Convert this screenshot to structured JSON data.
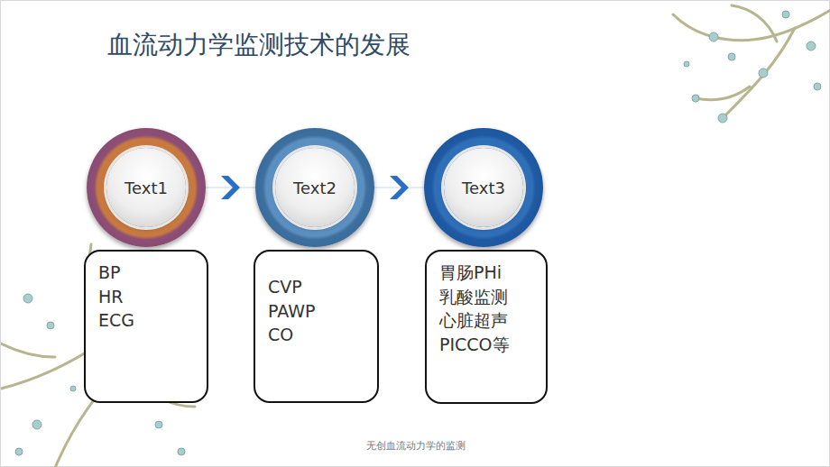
{
  "diagram": {
    "title": "血流动力学监测技术的发展",
    "caption": "无创血流动力学的监测",
    "nodes": [
      {
        "text": [
          "Text1"
        ]
      },
      {
        "text": [
          "Text2"
        ]
      },
      {
        "text": [
          "Text3"
        ]
      },
      {
        "text": [
          "BP HR ECG"
        ]
      },
      {
        "text": [
          "CVP PAWP CO"
        ]
      },
      {
        "text": [
          "胃肠PHi 乳酸监测 心脏超声 PICCO等"
        ]
      }
    ],
    "edges": [
      {
        "from": 0,
        "to": 1,
        "arrow": "to"
      },
      {
        "from": 1,
        "to": 2,
        "arrow": "to"
      }
    ]
  }
}
